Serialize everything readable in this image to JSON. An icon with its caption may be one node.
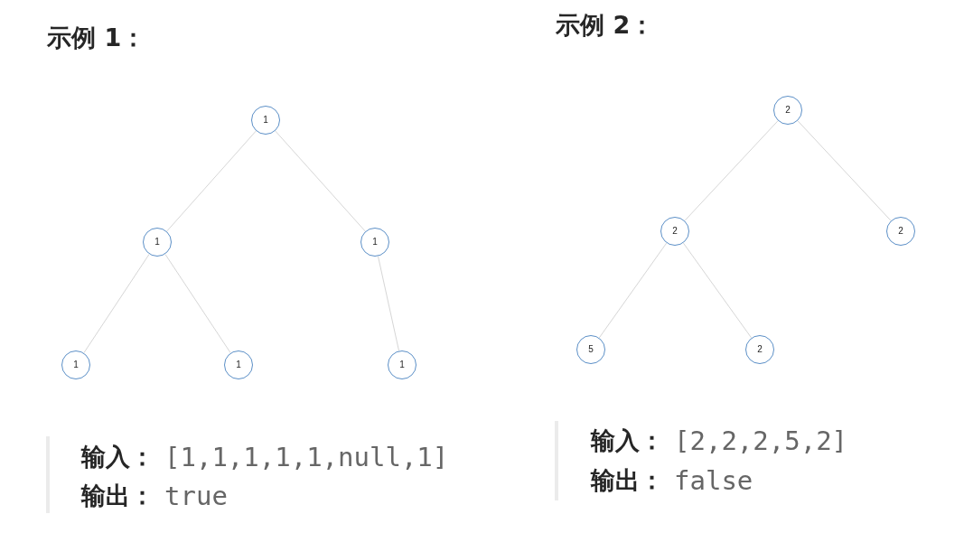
{
  "diagram": {
    "nodes": [
      {
        "text": [
          "1"
        ]
      },
      {
        "text": [
          "1"
        ]
      },
      {
        "text": [
          "1"
        ]
      },
      {
        "text": [
          "1"
        ]
      },
      {
        "text": [
          "1"
        ]
      },
      {
        "text": [
          "1"
        ]
      },
      {
        "text": [
          "2"
        ]
      },
      {
        "text": [
          "2"
        ]
      },
      {
        "text": [
          "2"
        ]
      },
      {
        "text": [
          "5"
        ]
      },
      {
        "text": [
          "2"
        ]
      }
    ],
    "edges": [
      {
        "from": 0,
        "to": 1,
        "arrow": "none"
      },
      {
        "from": 0,
        "to": 2,
        "arrow": "none"
      },
      {
        "from": 1,
        "to": 3,
        "arrow": "none"
      },
      {
        "from": 1,
        "to": 4,
        "arrow": "none"
      },
      {
        "from": 2,
        "to": 5,
        "arrow": "none"
      },
      {
        "from": 6,
        "to": 7,
        "arrow": "none"
      },
      {
        "from": 6,
        "to": 8,
        "arrow": "none"
      },
      {
        "from": 7,
        "to": 9,
        "arrow": "none"
      },
      {
        "from": 7,
        "to": 10,
        "arrow": "none"
      }
    ],
    "labels": [
      "示例 1：",
      "输入：",
      "[1,1,1,1,1,null,1]",
      "输出：",
      "true",
      "示例 2：",
      "输入：",
      "[2,2,2,5,2]",
      "输出：",
      "false"
    ]
  }
}
